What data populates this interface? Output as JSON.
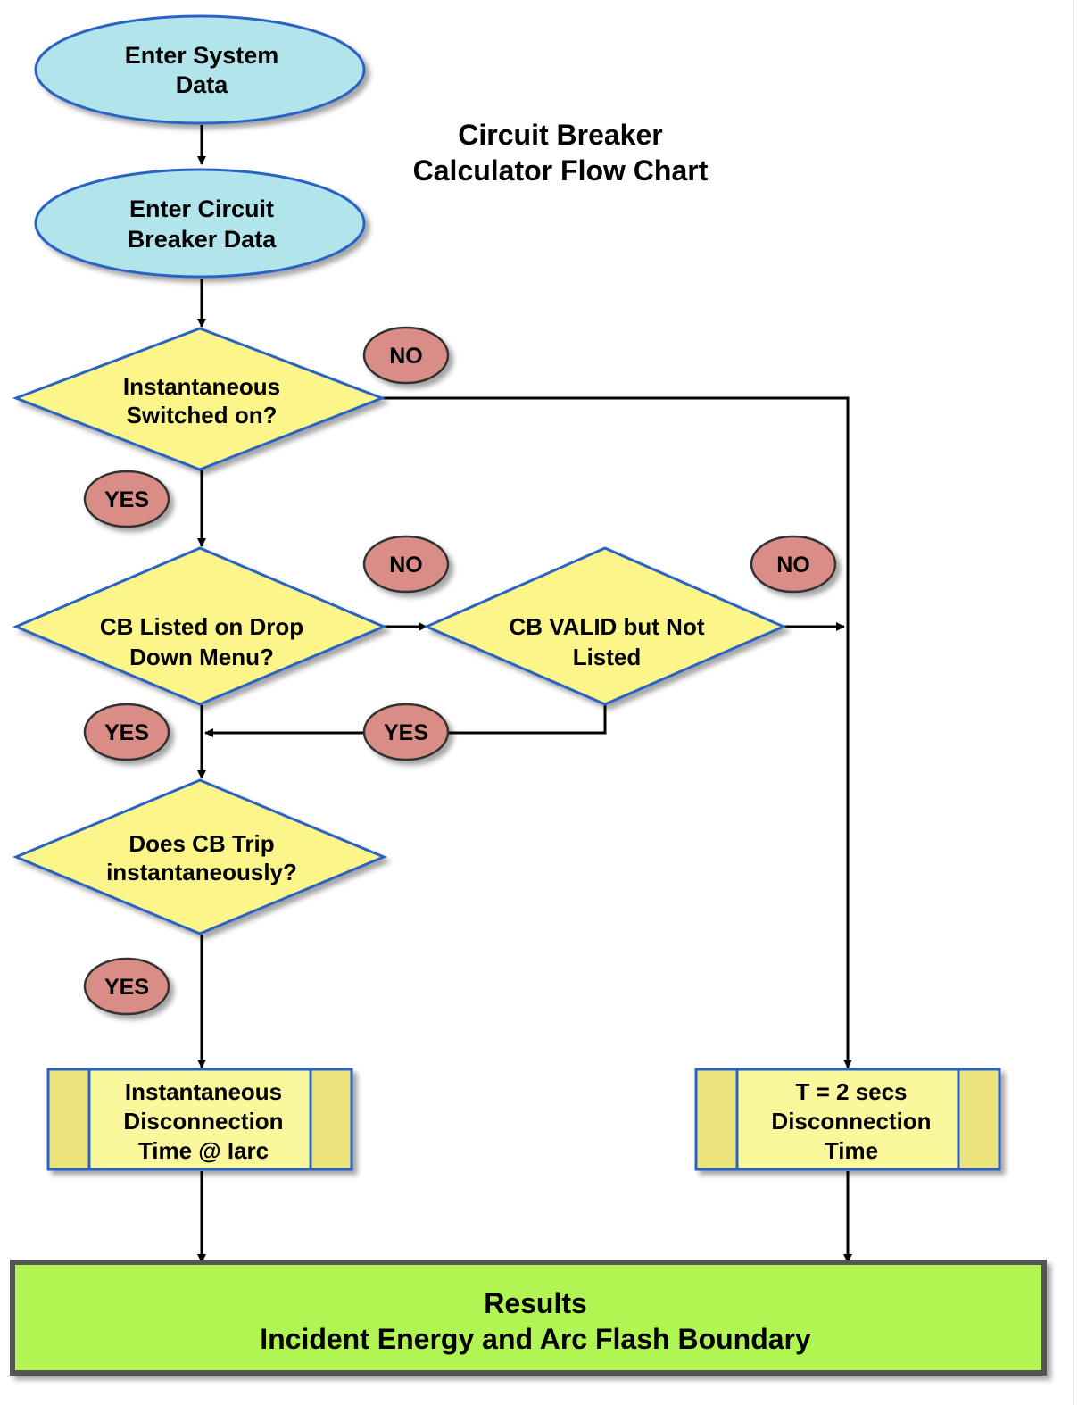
{
  "title": {
    "line1": "Circuit Breaker",
    "line2": "Calculator Flow Chart"
  },
  "nodes": {
    "enter_system": {
      "line1": "Enter System",
      "line2": "Data"
    },
    "enter_cb": {
      "line1": "Enter Circuit",
      "line2": "Breaker Data"
    },
    "inst_switched": {
      "line1": "Instantaneous",
      "line2": "Switched on?"
    },
    "cb_listed": {
      "line1": "CB Listed on Drop",
      "line2": "Down Menu?"
    },
    "cb_valid": {
      "line1": "CB VALID but Not",
      "line2": "Listed"
    },
    "cb_trip": {
      "line1": "Does CB Trip",
      "line2": "instantaneously?"
    },
    "inst_disc": {
      "line1": "Instantaneous",
      "line2": "Disconnection",
      "line3": "Time @ Iarc"
    },
    "t2_disc": {
      "line1": "T = 2 secs",
      "line2": "Disconnection",
      "line3": "Time"
    },
    "results": {
      "line1": "Results",
      "line2": "Incident Energy and Arc Flash Boundary"
    }
  },
  "labels": {
    "no1": "NO",
    "yes1": "YES",
    "no2": "NO",
    "no3": "NO",
    "yes2": "YES",
    "yes3": "YES",
    "yes4": "YES"
  },
  "colors": {
    "terminal_fill": "#b2e4ec",
    "decision_fill": "#fbf58a",
    "process_fill": "#fbf79c",
    "process_side": "#ece37c",
    "label_fill": "#d98d86",
    "result_fill": "#b1f552",
    "stroke_blue": "#2b63c4"
  }
}
